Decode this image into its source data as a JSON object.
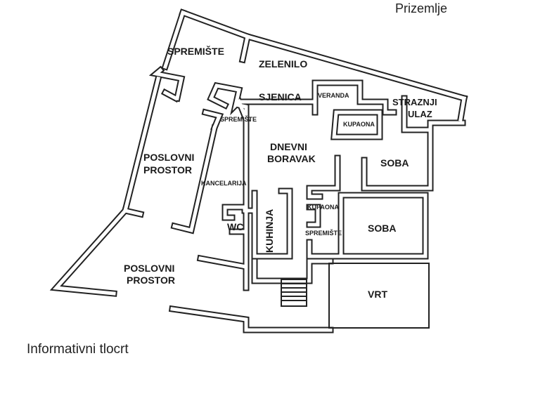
{
  "floor_title": "Prizemlje",
  "caption": "Informativni tlocrt",
  "rooms": {
    "spremiste_top": "SPREMIŠTE",
    "zelenilo": "ZELENILO",
    "sjenica": "SJENICA",
    "veranda": "VERANDA",
    "straznji_ulaz_1": "STRAZNJI",
    "straznji_ulaz_2": "ULAZ",
    "kupaona_top": "KUPAONA",
    "spremiste_small": "SPREMIŠTE",
    "dnevni_1": "DNEVNI",
    "dnevni_2": "BORAVAK",
    "soba_1": "SOBA",
    "poslovni_1a": "POSLOVNI",
    "poslovni_1b": "PROSTOR",
    "kancelarija": "KANCELARIJA",
    "kuhinja": "KUHINJA",
    "kupaona_mid": "KUPAONA",
    "wc": "WC",
    "soba_2": "SOBA",
    "spremiste_mid": "SPREMIŠTE",
    "poslovni_2a": "POSLOVNI",
    "poslovni_2b": "PROSTOR",
    "vrt": "VRT"
  }
}
